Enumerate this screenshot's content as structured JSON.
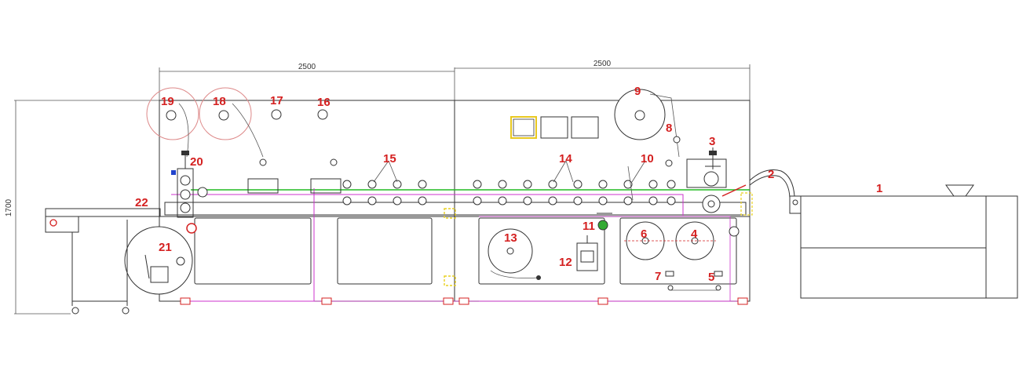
{
  "dimensions": {
    "width_left": "2500",
    "width_right": "2500",
    "height": "1700"
  },
  "callouts": [
    "1",
    "2",
    "3",
    "4",
    "5",
    "6",
    "7",
    "8",
    "9",
    "10",
    "11",
    "12",
    "13",
    "14",
    "15",
    "16",
    "17",
    "18",
    "19",
    "20",
    "21",
    "22"
  ],
  "colors": {
    "line": "#333333",
    "callout": "#d42020",
    "web_path": "#22bb22",
    "frame_path": "#cc33cc",
    "hazard": "#e8d020"
  }
}
